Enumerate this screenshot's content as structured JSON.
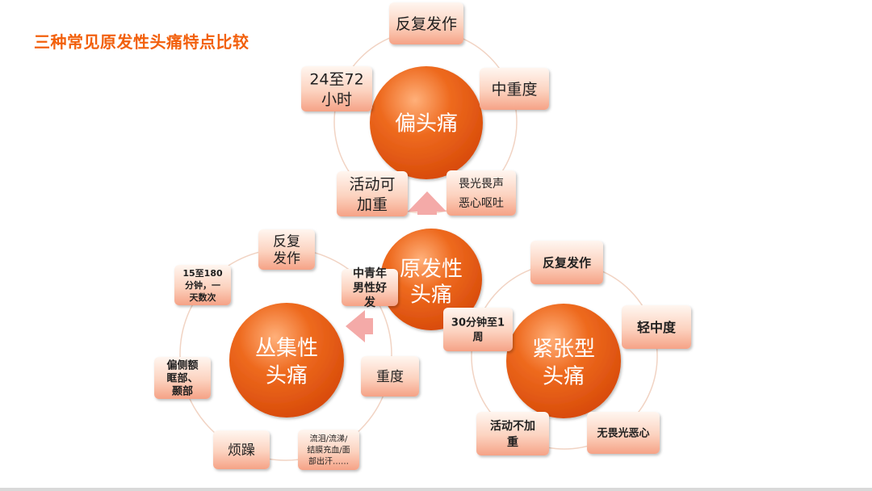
{
  "title": "三种常见原发性头痛特点比较",
  "colors": {
    "title": "#f2600c",
    "hub": "#e6560f",
    "hub_highlight": "#ffb07a",
    "card_top": "#fff3ec",
    "card_bottom": "#f9b39a",
    "ring": "#f1d3c3",
    "arrow": "#f4aaa8"
  },
  "center": {
    "label": "原发性\n头痛",
    "note": "中青年\n男性好\n发"
  },
  "migraine": {
    "label": "偏头痛",
    "features": [
      "反复发作",
      "中重度",
      "畏光畏声\n恶心呕吐",
      "活动可\n加重",
      "24至72\n小时"
    ]
  },
  "cluster": {
    "label": "丛集性\n头痛",
    "features": [
      "反复\n发作",
      "重度",
      "流泪/流涕/\n结膜充血/面\n部出汗……",
      "烦躁",
      "偏侧额\n眶部、\n颞部",
      "15至180\n分钟，一\n天数次"
    ]
  },
  "tension": {
    "label": "紧张型\n头痛",
    "features": [
      "反复发作",
      "轻中度",
      "无畏光恶心",
      "活动不加\n重",
      "30分钟至1\n周"
    ]
  }
}
